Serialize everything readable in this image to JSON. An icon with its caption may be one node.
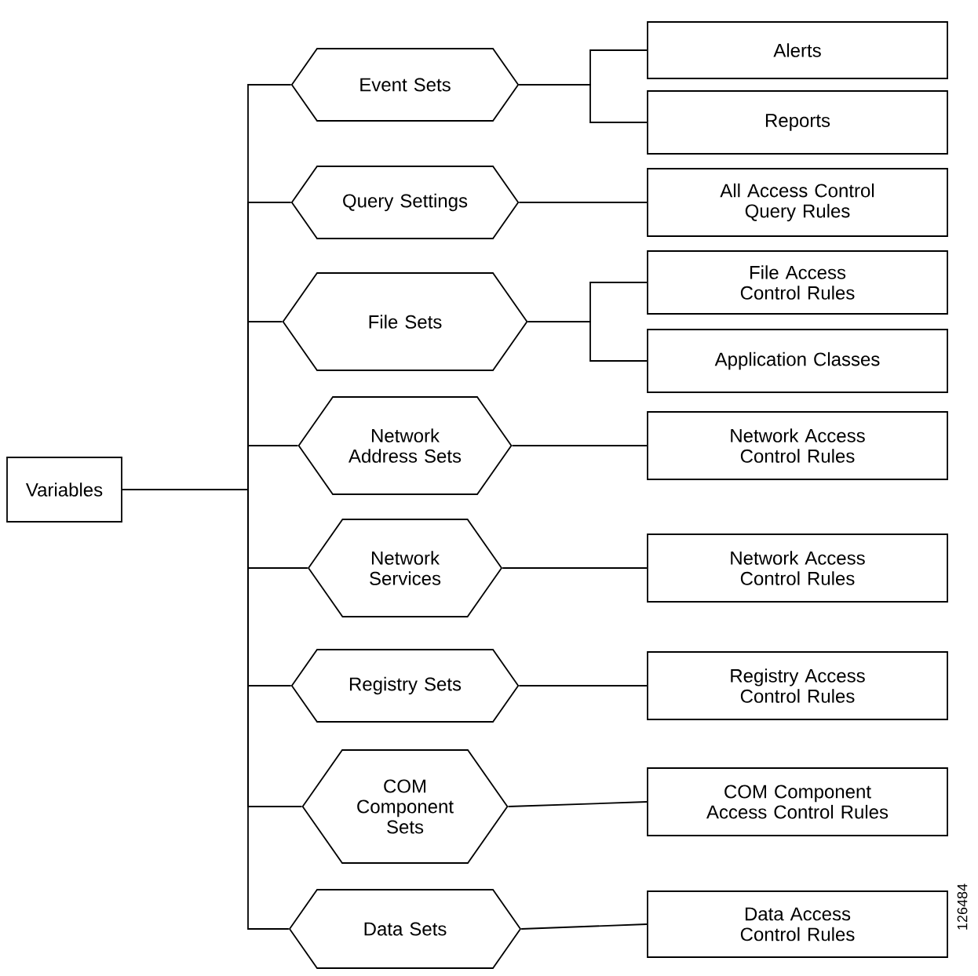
{
  "diagram": {
    "nodes": [
      {
        "text": [
          "Variables"
        ]
      },
      {
        "text": [
          "Event Sets"
        ]
      },
      {
        "text": [
          "Query Settings"
        ]
      },
      {
        "text": [
          "File Sets"
        ]
      },
      {
        "text": [
          "Network Address Sets"
        ]
      },
      {
        "text": [
          "Network Services"
        ]
      },
      {
        "text": [
          "Registry Sets"
        ]
      },
      {
        "text": [
          "COM Component Sets"
        ]
      },
      {
        "text": [
          "Data Sets"
        ]
      },
      {
        "text": [
          "Alerts"
        ]
      },
      {
        "text": [
          "Reports"
        ]
      },
      {
        "text": [
          "All Access Control Query Rules"
        ]
      },
      {
        "text": [
          "File Access Control Rules"
        ]
      },
      {
        "text": [
          "Application Classes"
        ]
      },
      {
        "text": [
          "Network Access Control Rules"
        ]
      },
      {
        "text": [
          "Network Access Control Rules"
        ]
      },
      {
        "text": [
          "Registry Access Control Rules"
        ]
      },
      {
        "text": [
          "COM Component Access Control Rules"
        ]
      },
      {
        "text": [
          "Data Access Control Rules"
        ]
      }
    ],
    "edges": [
      {
        "from": 0,
        "to": 1,
        "arrow": "none"
      },
      {
        "from": 0,
        "to": 2,
        "arrow": "none"
      },
      {
        "from": 0,
        "to": 3,
        "arrow": "none"
      },
      {
        "from": 0,
        "to": 4,
        "arrow": "none"
      },
      {
        "from": 0,
        "to": 5,
        "arrow": "none"
      },
      {
        "from": 0,
        "to": 6,
        "arrow": "none"
      },
      {
        "from": 0,
        "to": 7,
        "arrow": "none"
      },
      {
        "from": 0,
        "to": 8,
        "arrow": "none"
      },
      {
        "from": 1,
        "to": 9,
        "arrow": "none"
      },
      {
        "from": 1,
        "to": 10,
        "arrow": "none"
      },
      {
        "from": 2,
        "to": 11,
        "arrow": "none"
      },
      {
        "from": 3,
        "to": 12,
        "arrow": "none"
      },
      {
        "from": 3,
        "to": 13,
        "arrow": "none"
      },
      {
        "from": 4,
        "to": 14,
        "arrow": "none"
      },
      {
        "from": 5,
        "to": 15,
        "arrow": "none"
      },
      {
        "from": 6,
        "to": 16,
        "arrow": "none"
      },
      {
        "from": 7,
        "to": 17,
        "arrow": "none"
      },
      {
        "from": 8,
        "to": 18,
        "arrow": "none"
      }
    ],
    "labels": [
      "126484"
    ]
  }
}
